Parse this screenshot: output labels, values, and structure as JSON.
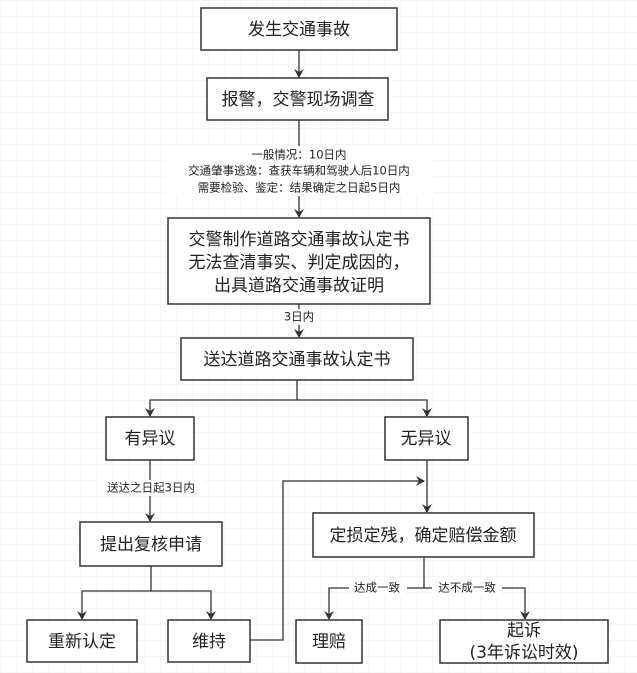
{
  "nodes": {
    "accident": "发生交通事故",
    "report": "报警，交警现场调查",
    "determination": [
      "交警制作道路交通事故认定书",
      "无法查清事实、判定成因的，",
      "出具道路交通事故证明"
    ],
    "deliver": "送达道路交通事故认定书",
    "objection": "有异议",
    "no_objection": "无异议",
    "review": "提出复核申请",
    "assess": "定损定残，确定赔偿金额",
    "redetermine": "重新认定",
    "maintain": "维持",
    "claim": "理赔",
    "sue": [
      "起诉",
      "(3年诉讼时效)"
    ]
  },
  "edge_labels": {
    "time_limits": [
      "一般情况：10日内",
      "交通肇事逃逸：查获车辆和驾驶人后10日内",
      "需要检验、鉴定：结果确定之日起5日内"
    ],
    "three_days": "3日内",
    "review_deadline": "送达之日起3日内",
    "agree": "达成一致",
    "disagree": "达不成一致"
  },
  "colors": {
    "stroke": "#333333",
    "grid": "#e6e6e6"
  }
}
